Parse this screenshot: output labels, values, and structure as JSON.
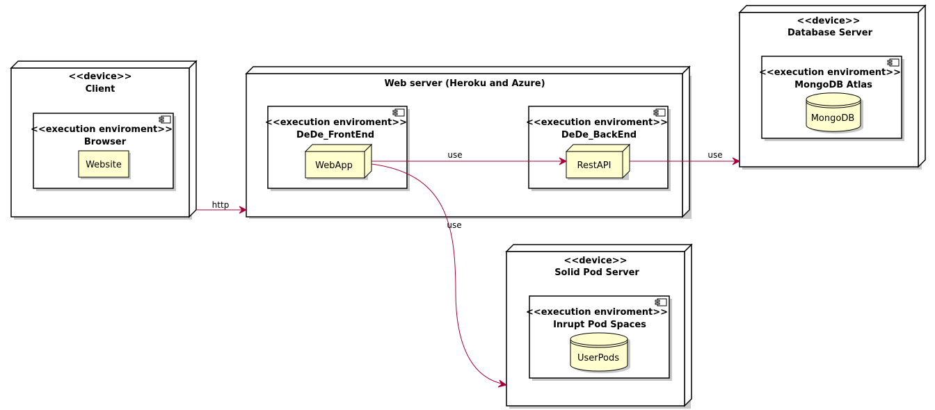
{
  "nodes": {
    "client": {
      "stereotype": "<<device>>",
      "title": "Client",
      "env": {
        "stereotype": "<<execution enviroment>>",
        "title": "Browser",
        "artifact": "Website"
      }
    },
    "web_server": {
      "title": "Web server (Heroku and Azure)",
      "frontend": {
        "stereotype": "<<execution enviroment>>",
        "title": "DeDe_FrontEnd",
        "node": "WebApp"
      },
      "backend": {
        "stereotype": "<<execution enviroment>>",
        "title": "DeDe_BackEnd",
        "node": "RestAPI"
      }
    },
    "database_server": {
      "stereotype": "<<device>>",
      "title": "Database Server",
      "env": {
        "stereotype": "<<execution enviroment>>",
        "title": "MongoDB Atlas",
        "database": "MongoDB"
      }
    },
    "solid_pod_server": {
      "stereotype": "<<device>>",
      "title": "Solid Pod Server",
      "env": {
        "stereotype": "<<execution enviroment>>",
        "title": "Inrupt Pod Spaces",
        "database": "UserPods"
      }
    }
  },
  "edges": [
    {
      "id": "client-to-webserver",
      "from": "Client",
      "to": "Web server (Heroku and Azure)",
      "label": "http"
    },
    {
      "id": "webapp-to-restapi",
      "from": "WebApp",
      "to": "RestAPI",
      "label": "use"
    },
    {
      "id": "restapi-to-database",
      "from": "RestAPI",
      "to": "Database Server",
      "label": "use"
    },
    {
      "id": "webapp-to-solid",
      "from": "WebApp",
      "to": "Solid Pod Server",
      "label": "use"
    }
  ],
  "colors": {
    "edge": "#a80036",
    "leaf_fill": "#fefece",
    "border": "#000000",
    "shadow": "#c8c8c8"
  }
}
